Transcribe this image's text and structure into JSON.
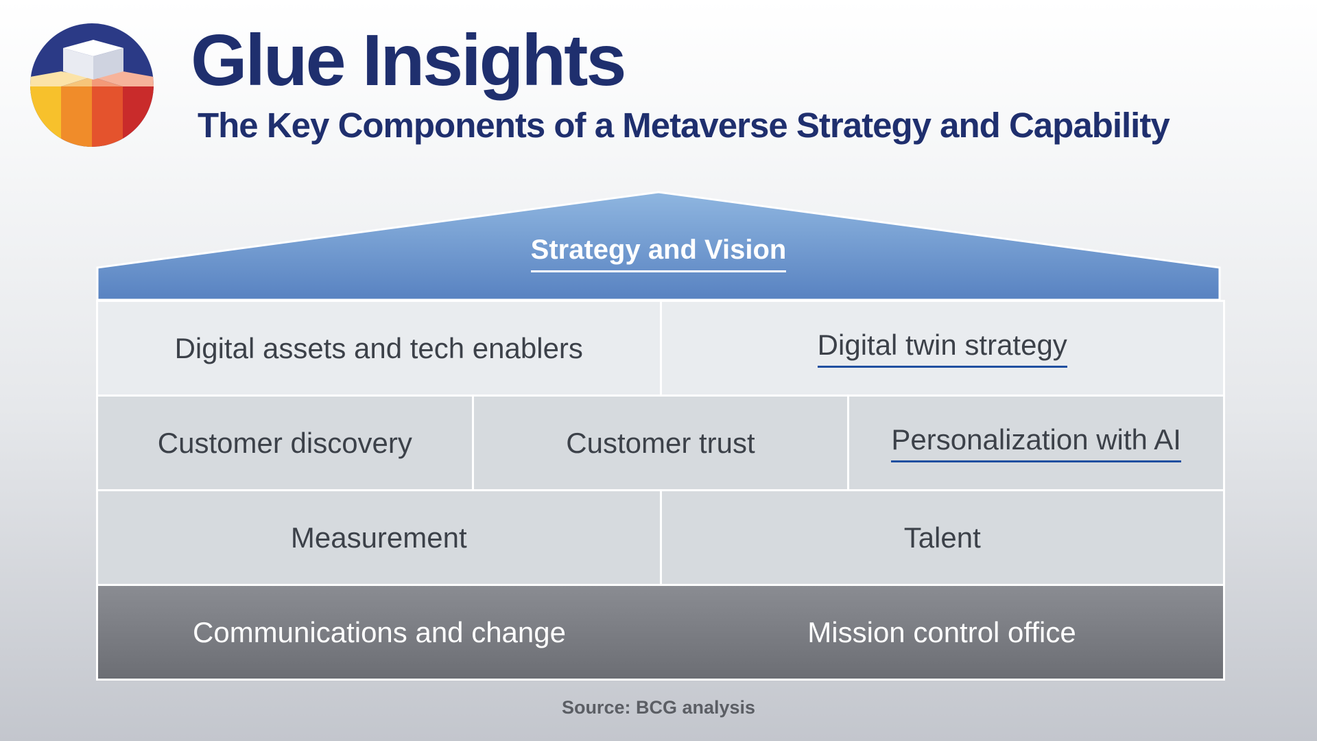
{
  "header": {
    "title": "Glue Insights",
    "subtitle": "The Key Components of a Metaverse Strategy and Capability"
  },
  "logo": {
    "icon": "cube-stack-logo-icon",
    "colors": [
      "#2b3a86",
      "#f7c12c",
      "#f08c2a",
      "#e4532d",
      "#c92b2b",
      "#ffffff"
    ]
  },
  "diagram": {
    "roof_label": "Strategy and Vision",
    "rows": [
      {
        "cells": [
          {
            "label": "Digital assets and tech enablers",
            "underlined": false
          },
          {
            "label": "Digital twin strategy",
            "underlined": true
          }
        ]
      },
      {
        "cells": [
          {
            "label": "Customer discovery",
            "underlined": false
          },
          {
            "label": "Customer trust",
            "underlined": false
          },
          {
            "label": "Personalization with AI",
            "underlined": true
          }
        ]
      },
      {
        "cells": [
          {
            "label": "Measurement",
            "underlined": false
          },
          {
            "label": "Talent",
            "underlined": false
          }
        ]
      },
      {
        "cells": [
          {
            "label": "Communications and change",
            "underlined": false
          },
          {
            "label": "Mission control office",
            "underlined": false
          }
        ]
      }
    ]
  },
  "footer": {
    "source": "Source: BCG analysis"
  },
  "colors": {
    "title": "#1f2f6e",
    "roof_top": "#8fb6e0",
    "roof_bottom": "#5882c1",
    "underline": "#1f4fa0",
    "foundation": "#6c6e74"
  }
}
